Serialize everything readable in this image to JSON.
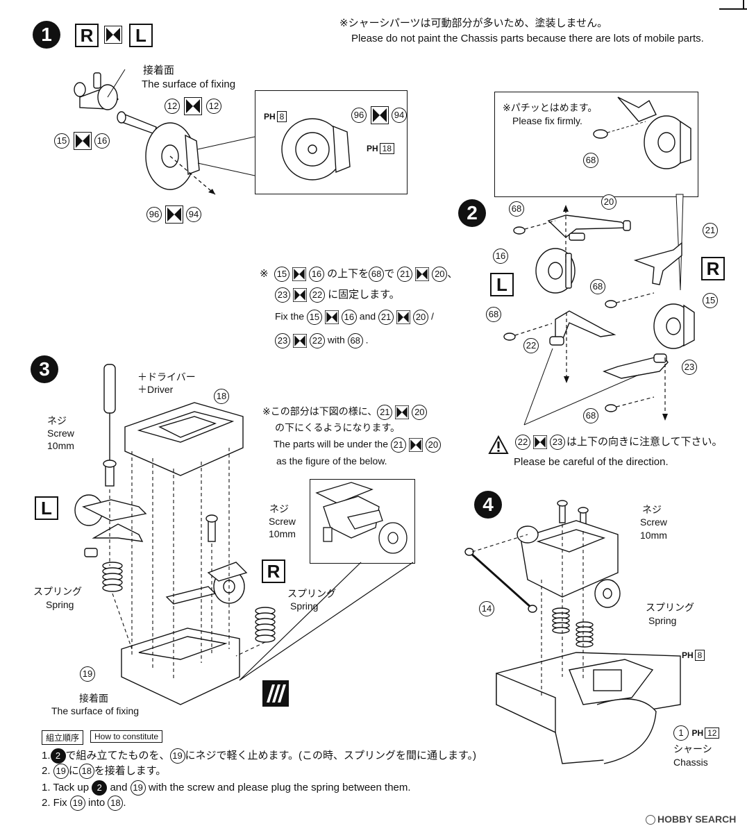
{
  "note_top": {
    "jp": "※シャーシパーツは可動部分が多いため、塗装しません。",
    "en": "Please do not paint the Chassis parts because there are lots of mobile parts."
  },
  "step1": {
    "number": "1",
    "letters": [
      "R",
      "L"
    ],
    "fix_label_jp": "接着面",
    "fix_label_en": "The surface of fixing",
    "parts": {
      "p12a": "12",
      "p12b": "12",
      "p15": "15",
      "p16": "16",
      "p96": "96",
      "p94": "94",
      "p96b": "96",
      "p94b": "94"
    },
    "ph_a": {
      "prefix": "PH",
      "num": "8"
    },
    "ph_b": {
      "prefix": "PH",
      "num": "18"
    }
  },
  "step2": {
    "number": "2",
    "inset_jp": "※パチッとはめます。",
    "inset_en": "Please fix firmly.",
    "inset_part": "68",
    "letters": {
      "left": "L",
      "right": "R"
    },
    "parts": {
      "p68a": "68",
      "p68b": "68",
      "p68c": "68",
      "p68d": "68",
      "p20": "20",
      "p21": "21",
      "p16": "16",
      "p15": "15",
      "p22": "22",
      "p23": "23"
    },
    "caution_parts": [
      "22",
      "23"
    ],
    "caution_jp": "は上下の向きに注意して下さい。",
    "caution_en": "Please be careful of the direction."
  },
  "mid_note": {
    "mark": "※",
    "line1_nums": [
      "15",
      "16",
      "68",
      "21",
      "20"
    ],
    "line1_txt": [
      "の上下を",
      "で",
      "、"
    ],
    "line2_nums": [
      "23",
      "22"
    ],
    "line2_txt": "に固定します。",
    "line3_prefix": "Fix the",
    "line3_and": "and",
    "line3_nums": [
      "15",
      "16",
      "21",
      "20"
    ],
    "line3_slash": "/",
    "line4_nums": [
      "23",
      "22",
      "68"
    ],
    "line4_with": "with",
    "line4_end": "."
  },
  "step3": {
    "number": "3",
    "driver_jp": "＋ドライバー",
    "driver_en": "＋Driver",
    "screw_jp": "ネジ",
    "screw_en": "Screw",
    "screw_size": "10mm",
    "screw2_jp": "ネジ",
    "screw2_en": "Screw",
    "screw2_size": "10mm",
    "p18": "18",
    "p19": "19",
    "letters": {
      "left": "L",
      "right": "R"
    },
    "spring_left_jp": "スプリング",
    "spring_left_en": "Spring",
    "spring_right_jp": "スプリング",
    "spring_right_en": "Spring",
    "fix_jp": "接着面",
    "fix_en": "The surface of fixing",
    "note_jp1": "※この部分は下図の様に、",
    "note_jp2a": "の下にくるようになります。",
    "note_nums": [
      "21",
      "20"
    ],
    "note_en1": "The parts will be under the",
    "note_en2": "as the figure of the below."
  },
  "step4": {
    "number": "4",
    "screw_jp": "ネジ",
    "screw_en": "Screw",
    "screw_size": "10mm",
    "spring_jp": "スプリング",
    "spring_en": "Spring",
    "p14": "14",
    "ph8": {
      "prefix": "PH",
      "num": "8"
    },
    "p1": "1",
    "ph12": {
      "prefix": "PH",
      "num": "12"
    },
    "chassis_jp": "シャーシ",
    "chassis_en": "Chassis"
  },
  "bottom": {
    "tag1": "組立順序",
    "tag2": "How to constitute",
    "line1_a": "1.",
    "line1_b": "で組み立てたものを、",
    "line1_c": "にネジで軽く止めます。(この時、スプリングを間に通します。)",
    "line2_a": "2.",
    "line2_b": "に",
    "line2_c": "を接着します。",
    "line3_a": "1. Tack up",
    "line3_b": "and",
    "line3_c": "with the screw and please plug the spring between them.",
    "line4_a": "2. Fix",
    "line4_b": "into",
    "line4_c": ".",
    "circ_2": "2",
    "n19": "19",
    "n18": "18"
  },
  "watermark": "HOBBY SEARCH"
}
